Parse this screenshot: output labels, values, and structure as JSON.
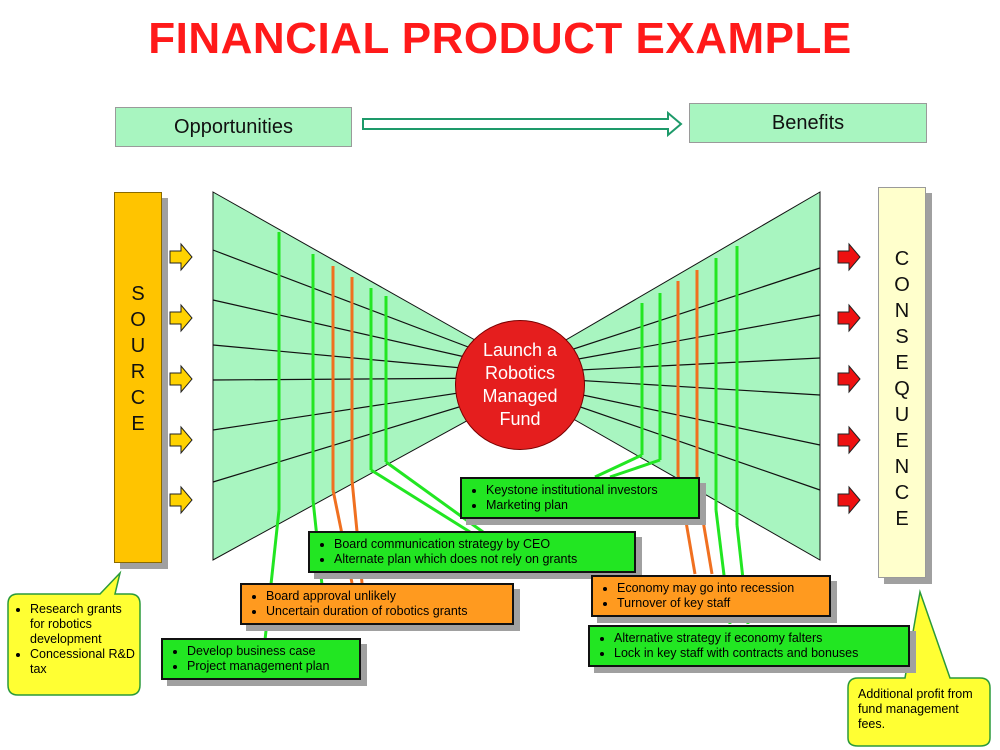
{
  "title": "FINANCIAL PRODUCT EXAMPLE",
  "header": {
    "left": "Opportunities",
    "right": "Benefits"
  },
  "source_letters": [
    "S",
    "O",
    "U",
    "R",
    "C",
    "E"
  ],
  "consequence_letters": [
    "C",
    "O",
    "N",
    "S",
    "E",
    "Q",
    "U",
    "E",
    "N",
    "C",
    "E"
  ],
  "center": [
    "Launch a",
    "Robotics",
    "Managed",
    "Fund"
  ],
  "colors": {
    "title": "#ff1a1a",
    "funnel": "#a8f5c0",
    "source": "#ffc400",
    "consequence": "#ffffcc",
    "center": "#e51e1e",
    "green_box": "#22e622",
    "orange_box": "#ff9a1f",
    "source_arrow": "#ffd200",
    "consequence_arrow": "#ee1111"
  },
  "boxes": {
    "keystone": [
      "Keystone institutional investors",
      "Marketing plan"
    ],
    "board_comm": [
      "Board communication strategy by CEO",
      "Alternate plan which does not rely on grants"
    ],
    "board_approval": [
      "Board approval unlikely",
      "Uncertain duration of robotics grants"
    ],
    "develop": [
      "Develop business case",
      "Project management plan"
    ],
    "economy": [
      "Economy may go into recession",
      "Turnover of key staff"
    ],
    "alternative": [
      "Alternative strategy if economy falters",
      "Lock in key staff with contracts and bonuses"
    ]
  },
  "callouts": {
    "left": [
      "Research grants for robotics development",
      "Concessional R&D tax"
    ],
    "right": "Additional profit from fund management fees."
  }
}
